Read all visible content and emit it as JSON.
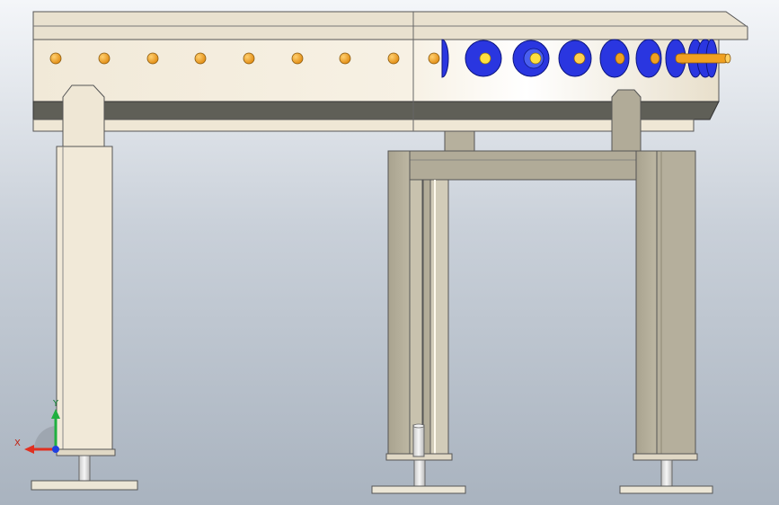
{
  "view": {
    "name": "cad-model-viewport",
    "background_top": "#f4f6f9",
    "background_bottom": "#a9b3bf"
  },
  "colors": {
    "frame_fill": "#f1e9d8",
    "frame_stroke": "#555555",
    "rail_dark": "#5f5f57",
    "stand_fill": "#b1ab98",
    "stand_light": "#d2ccb9",
    "foot_fill": "#ece6d6",
    "stem_fill": "#e3e3e3",
    "pin_orange": "#f0a020",
    "roller_blue": "#2a36e0",
    "roller_yellow": "#ffe040",
    "axis_x": "#e03020",
    "axis_y": "#20b040",
    "axis_z": "#2040e0"
  },
  "triad": {
    "x_label": "X",
    "y_label": "Y"
  }
}
